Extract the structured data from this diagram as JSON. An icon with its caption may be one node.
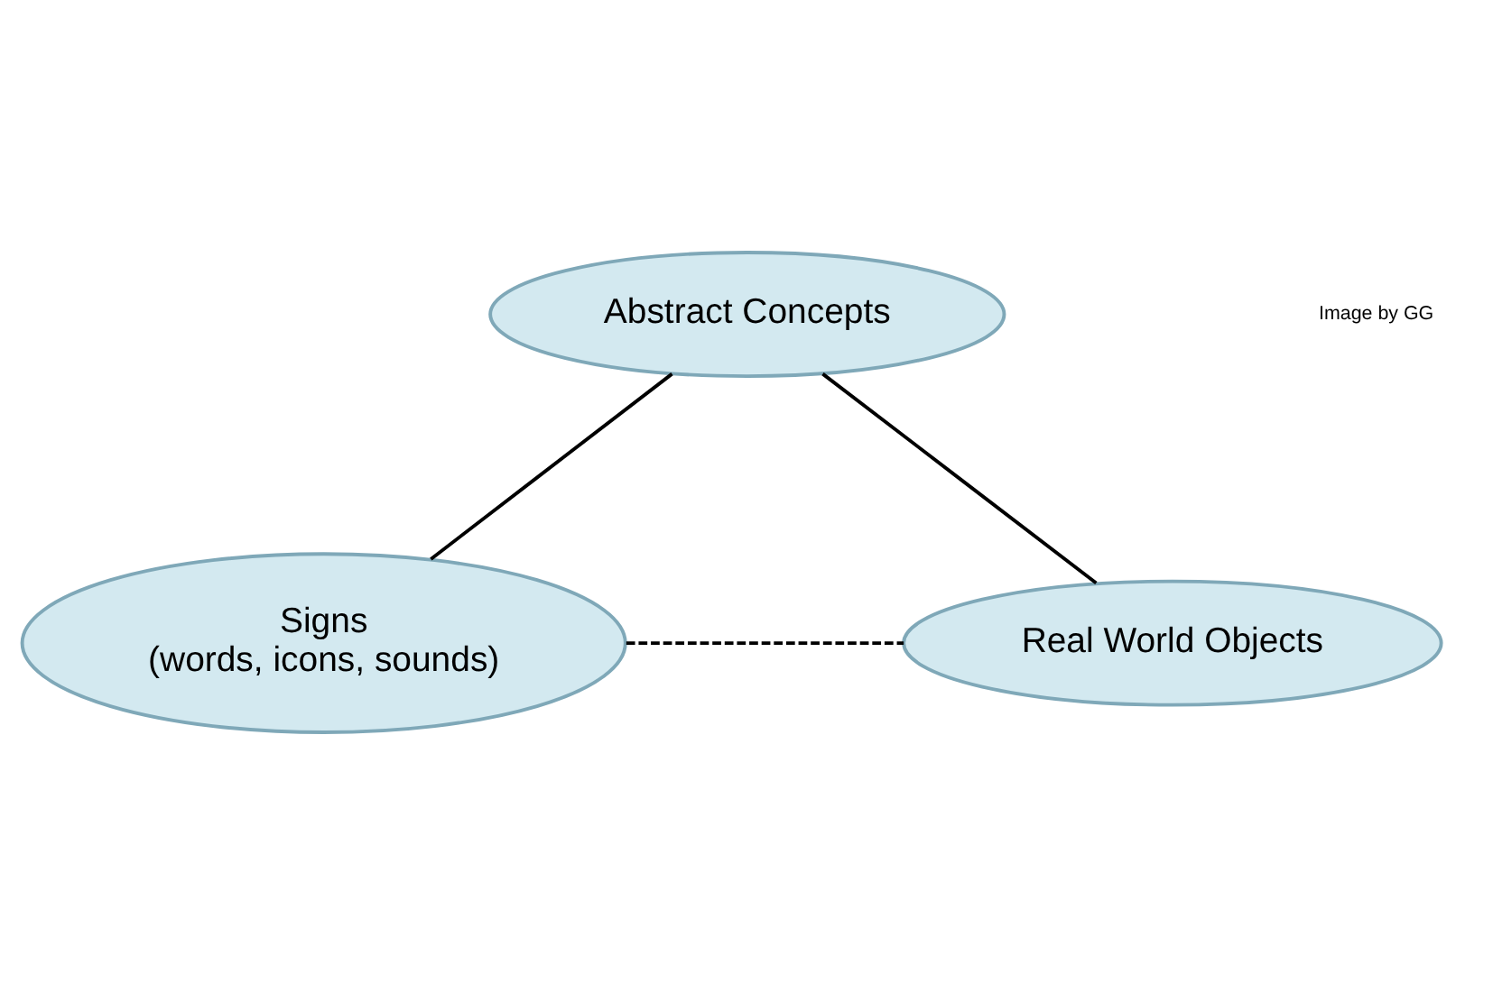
{
  "diagram": {
    "nodes": [
      {
        "text": [
          "Abstract Concepts"
        ]
      },
      {
        "text": [
          "Signs",
          "(words, icons, sounds)"
        ]
      },
      {
        "text": [
          "Real World Objects"
        ]
      }
    ],
    "edges": [
      {
        "from": 0,
        "to": 1,
        "arrow": "none"
      },
      {
        "from": 0,
        "to": 2,
        "arrow": "none"
      },
      {
        "from": 1,
        "to": 2,
        "arrow": "none",
        "style": "dashed"
      }
    ],
    "labels": [
      "Image by GG"
    ]
  }
}
